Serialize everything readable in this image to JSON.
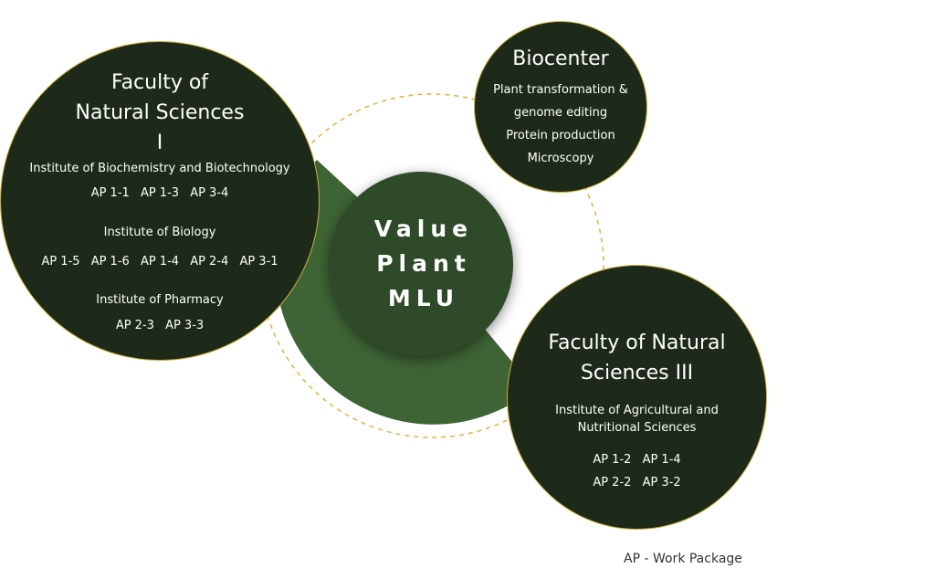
{
  "center": {
    "lines": [
      "Value",
      "Plant",
      "MLU"
    ]
  },
  "fns1": {
    "title_lines": [
      "Faculty of",
      "Natural Sciences",
      "I"
    ],
    "institutes": [
      {
        "name": "Institute of Biochemistry and Biotechnology",
        "codes": [
          "AP 1-1",
          "AP 1-3",
          "AP 3-4"
        ]
      },
      {
        "name": "Institute of Biology",
        "codes": [
          "AP 1-5",
          "AP 1-6",
          "AP 1-4",
          "AP 2-4",
          "AP 3-1"
        ]
      },
      {
        "name": "Institute of Pharmacy",
        "codes": [
          "AP 2-3",
          "AP 3-3"
        ]
      }
    ]
  },
  "biocenter": {
    "title": "Biocenter",
    "items": [
      "Plant transformation &",
      "genome editing",
      "Protein production",
      "Microscopy"
    ]
  },
  "fns3": {
    "title_lines": [
      "Faculty of Natural",
      "Sciences III"
    ],
    "institute_lines": [
      "Institute of Agricultural and",
      "Nutritional Sciences"
    ],
    "codes_row1": [
      "AP 1-2",
      "AP 1-4"
    ],
    "codes_row2": [
      "AP 2-2",
      "AP 3-2"
    ]
  },
  "legend": {
    "text": "AP - Work Package"
  },
  "colors": {
    "dark_circle": "#1d2a19",
    "center_circle": "#2f4a28",
    "sector_green": "#3e6435",
    "ring_gold": "#e0b33a",
    "circle_border": "#cfae3a"
  }
}
